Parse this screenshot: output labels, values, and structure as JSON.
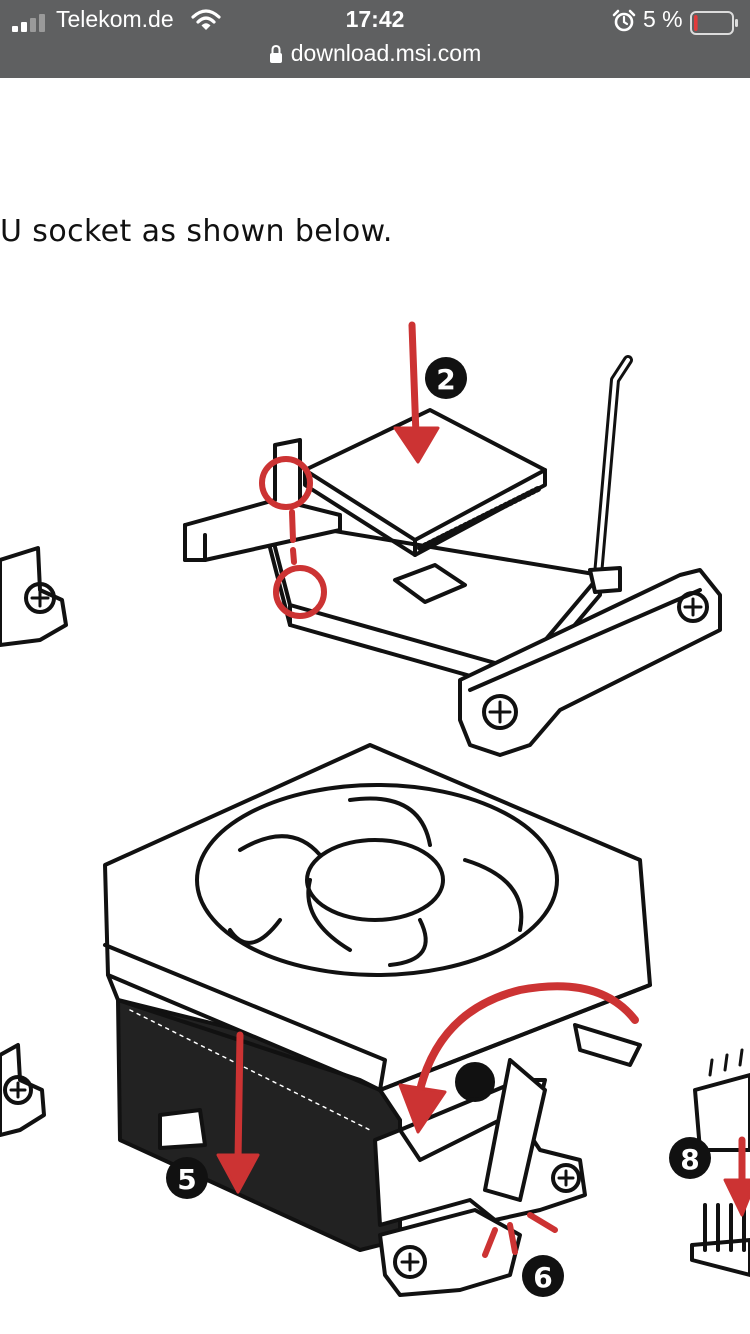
{
  "status_bar": {
    "carrier": "Telekom.de",
    "time": "17:42",
    "battery_percent": "5 %",
    "battery_level": 0.05,
    "icons": [
      "signal-icon",
      "wifi-icon",
      "alarm-icon",
      "battery-icon"
    ]
  },
  "browser": {
    "url": "download.msi.com",
    "lock_icon": "lock-icon"
  },
  "page": {
    "instruction_text": "U socket as shown below."
  },
  "figure": {
    "step_labels": [
      "2",
      "5",
      "6",
      "8"
    ],
    "colors": {
      "arrow": "#cc3333",
      "line": "#111111",
      "badge": "#111111"
    }
  }
}
